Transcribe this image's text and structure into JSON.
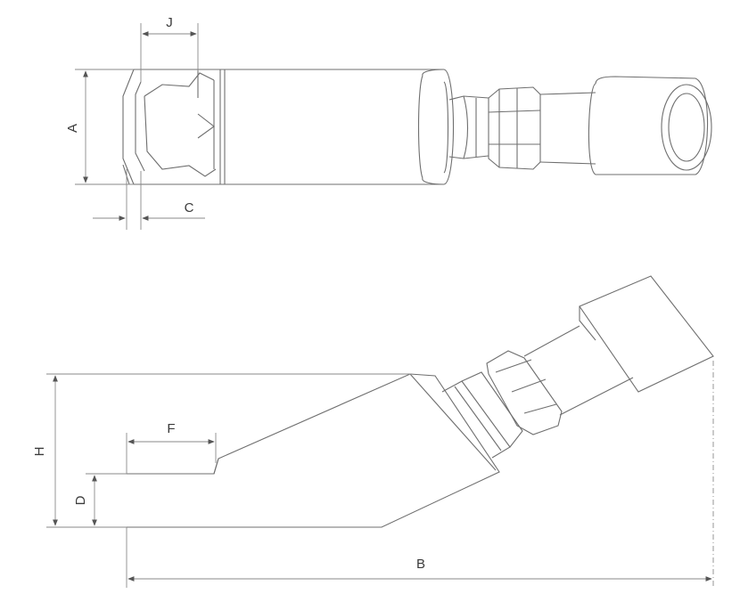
{
  "top_view": {
    "dimensions": {
      "a": "A",
      "j": "J",
      "c": "C"
    }
  },
  "side_view": {
    "dimensions": {
      "h": "H",
      "d": "D",
      "f": "F",
      "b": "B"
    }
  },
  "colors": {
    "line": "#6f6f6f",
    "dimension": "#8a8a8a",
    "text": "#3a3a3a",
    "background": "#ffffff"
  }
}
